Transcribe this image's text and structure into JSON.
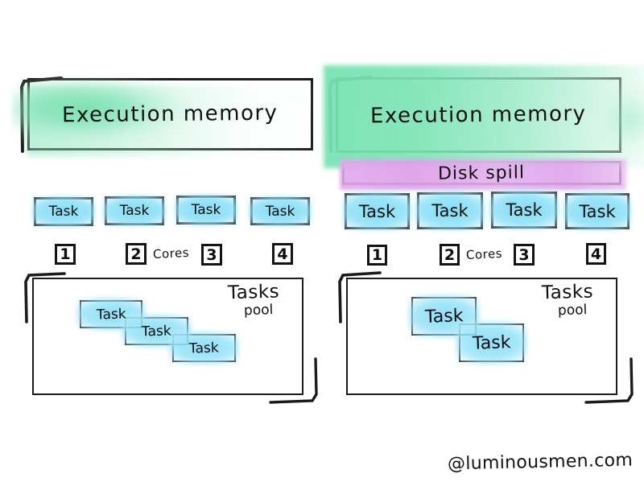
{
  "watermark": "@luminousmen.com",
  "panels": [
    {
      "id": "left",
      "exec_memory": {
        "label": "Execution memory"
      },
      "disk_spill": null,
      "tasks_row": [
        {
          "label": "Task"
        },
        {
          "label": "Task"
        },
        {
          "label": "Task"
        },
        {
          "label": "Task"
        }
      ],
      "cores": {
        "label": "Cores",
        "numbers": [
          "1",
          "2",
          "3",
          "4"
        ]
      },
      "pool": {
        "title_line1": "Tasks",
        "title_line2": "pool",
        "tasks": [
          {
            "label": "Task"
          },
          {
            "label": "Task"
          },
          {
            "label": "Task"
          }
        ]
      }
    },
    {
      "id": "right",
      "exec_memory": {
        "label": "Execution memory"
      },
      "disk_spill": {
        "label": "Disk spill"
      },
      "tasks_row": [
        {
          "label": "Task"
        },
        {
          "label": "Task"
        },
        {
          "label": "Task"
        },
        {
          "label": "Task"
        }
      ],
      "cores": {
        "label": "Cores",
        "numbers": [
          "1",
          "2",
          "3",
          "4"
        ]
      },
      "pool": {
        "title_line1": "Tasks",
        "title_line2": "pool",
        "tasks": [
          {
            "label": "Task"
          },
          {
            "label": "Task"
          }
        ]
      }
    }
  ],
  "colors": {
    "execution_memory_green": "#7ee2b4",
    "disk_spill_purple": "#dda2e9",
    "task_blue": "#8edcf7",
    "ink": "#141414",
    "background": "#ffffff"
  }
}
